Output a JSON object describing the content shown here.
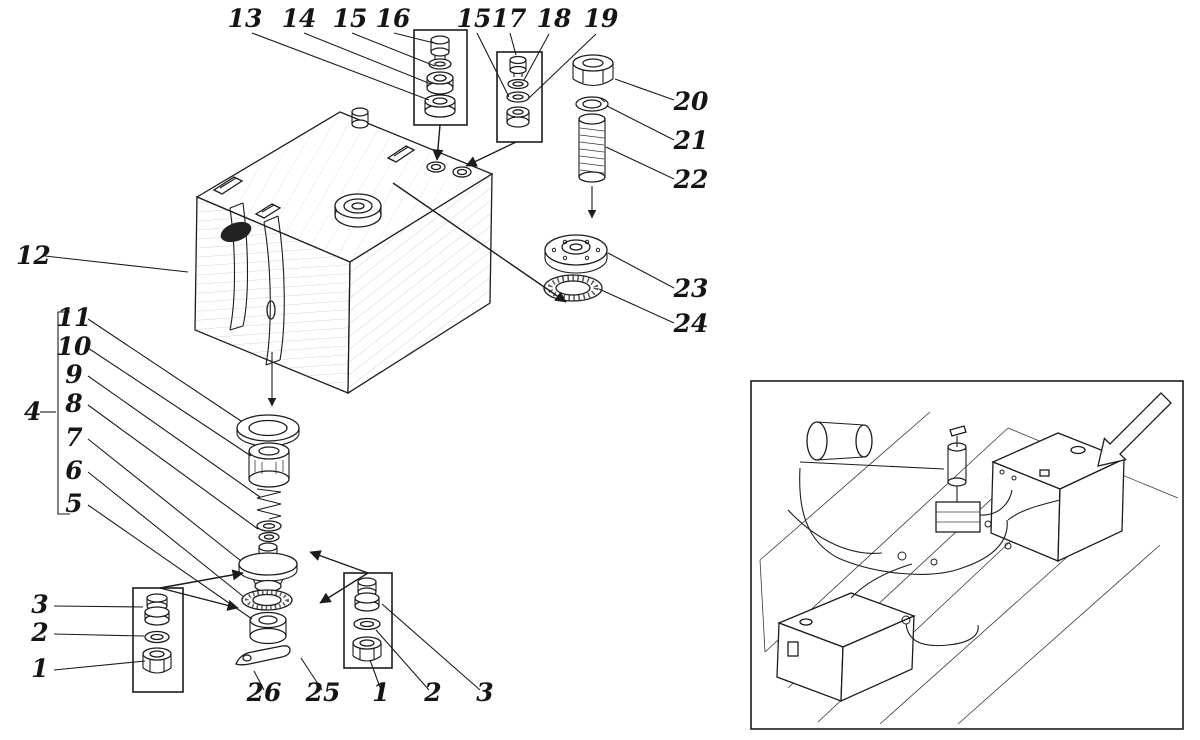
{
  "colors": {
    "ink": "#1c1c1c",
    "background": "#ffffff"
  },
  "callouts": [
    "13",
    "14",
    "15",
    "16",
    "15",
    "17",
    "18",
    "19",
    "20",
    "21",
    "22",
    "23",
    "24",
    "12",
    "4",
    "11",
    "10",
    "9",
    "8",
    "7",
    "6",
    "5",
    "3",
    "2",
    "1",
    "26",
    "25",
    "1",
    "2",
    "3"
  ]
}
